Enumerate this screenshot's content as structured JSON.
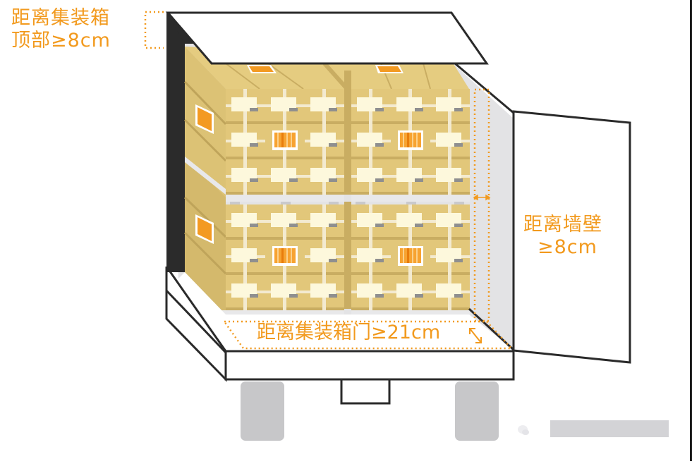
{
  "diagram": {
    "subject": "Palletized cargo loading clearance in a container",
    "annotations": {
      "top_clearance": {
        "line1": "距离集装箱",
        "line2": "顶部≥8cm"
      },
      "wall_clearance": {
        "line1": "距离墙壁",
        "line2": "≥8cm"
      },
      "door_clearance": {
        "text": "距离集装箱门≥21cm"
      }
    },
    "pallets": {
      "columns": 2,
      "tiers": 2,
      "boxes_per_face": "3x3"
    },
    "colors": {
      "accent": "#f29a1e",
      "box": "#e2c77a",
      "box_dark": "#c9ad62",
      "box_side": "#d4b96c",
      "label": "#fdf8dc",
      "outline": "#2a2a2a",
      "wall": "#e3e3e5",
      "wheel": "#c7c7c9",
      "pallet": "#e8e8ea"
    },
    "watermark": {
      "icon": "wechat-icon",
      "text_blurred": true
    }
  }
}
